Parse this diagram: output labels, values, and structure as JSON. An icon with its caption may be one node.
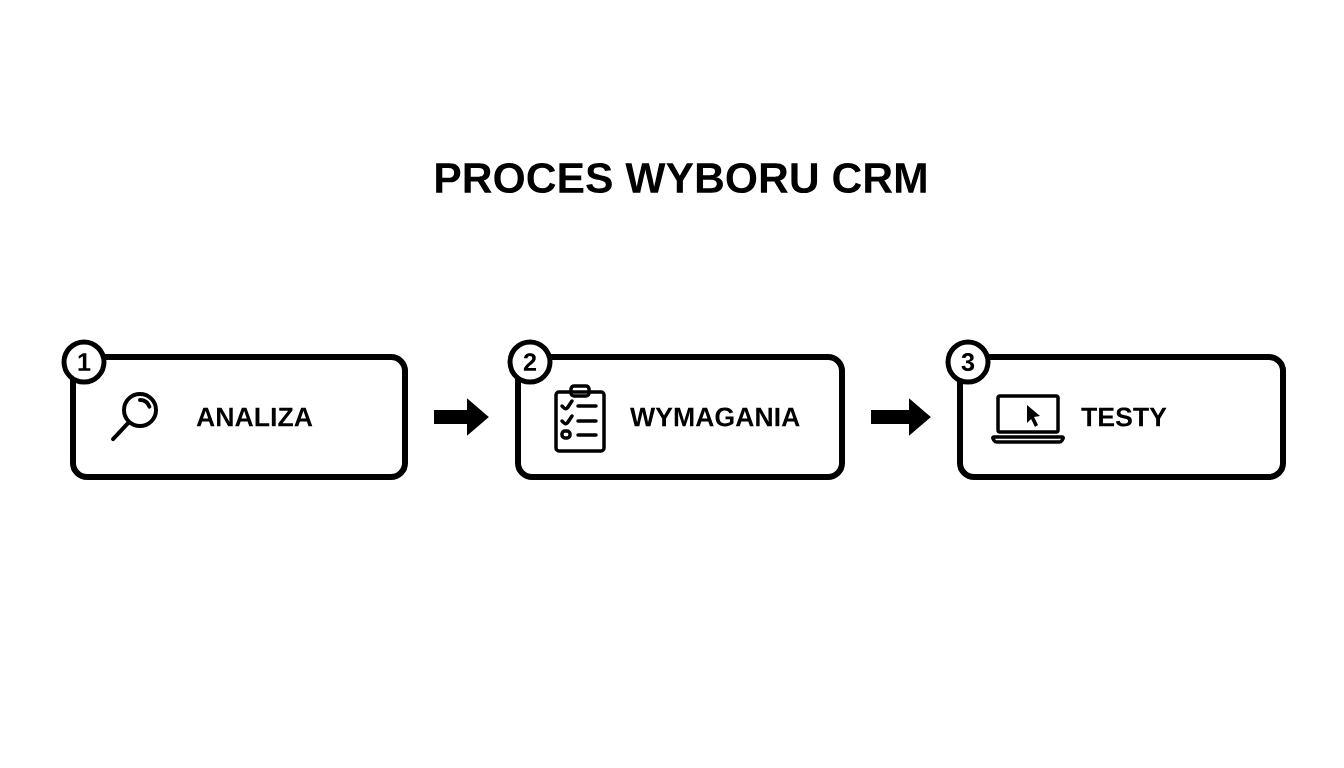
{
  "diagram": {
    "title": "PROCES WYBORU CRM",
    "nodes": [
      {
        "text": [
          "1"
        ]
      },
      {
        "text": [
          "ANALIZA"
        ]
      },
      {
        "text": [
          "2"
        ]
      },
      {
        "text": [
          "WYMAGANIA"
        ]
      },
      {
        "text": [
          "3"
        ]
      },
      {
        "text": [
          "TESTY"
        ]
      }
    ],
    "edges": [
      {
        "from": 1,
        "to": 3,
        "arrow": "to"
      },
      {
        "from": 3,
        "to": 5,
        "arrow": "to"
      }
    ]
  }
}
